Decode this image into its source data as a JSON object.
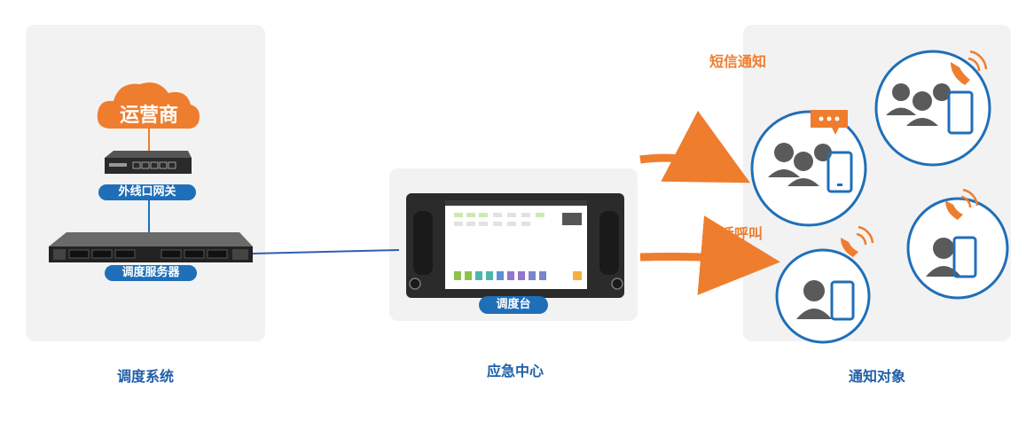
{
  "dispatch_system": {
    "cloud_label": "运营商",
    "gateway_label": "外线口网关",
    "server_label": "调度服务器",
    "caption": "调度系统"
  },
  "emergency_center": {
    "console_label": "调度台",
    "caption": "应急中心"
  },
  "notification_targets": {
    "sms_label": "短信通知",
    "call_label": "电话呼叫",
    "caption": "通知对象"
  },
  "colors": {
    "accent_blue": "#1f6fb8",
    "accent_orange": "#ee7d2e",
    "panel_bg": "#f2f2f2"
  }
}
